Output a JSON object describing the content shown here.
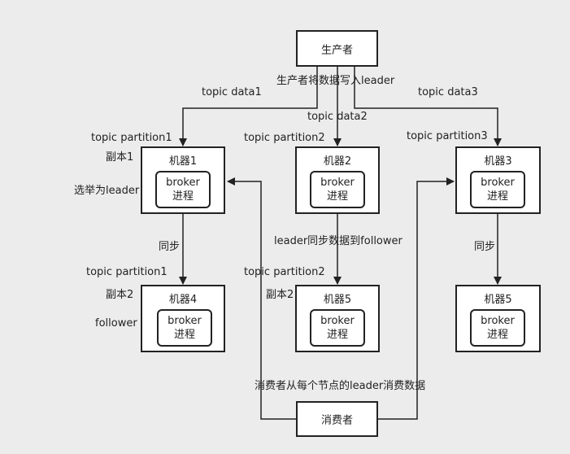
{
  "producer": "生产者",
  "consumer": "消费者",
  "producer_note": "生产者将数据写入leader",
  "consumer_note": "消费者从每个节点的leader消费数据",
  "broker": "broker",
  "process": "进程",
  "data_labels": [
    "topic data1",
    "topic data2",
    "topic data3"
  ],
  "partition_labels": [
    "topic partition1",
    "topic partition2",
    "topic partition3",
    "topic partition1",
    "topic partition2"
  ],
  "machines": [
    "机器1",
    "机器2",
    "机器3",
    "机器4",
    "机器5",
    "机器5"
  ],
  "replica_labels": [
    "副本1",
    "副本2",
    "副本2"
  ],
  "elected_label": "选举为leader",
  "follower_label": "follower",
  "sync_labels": [
    "同步",
    "同步"
  ],
  "leader_sync_label": "leader同步数据到follower"
}
